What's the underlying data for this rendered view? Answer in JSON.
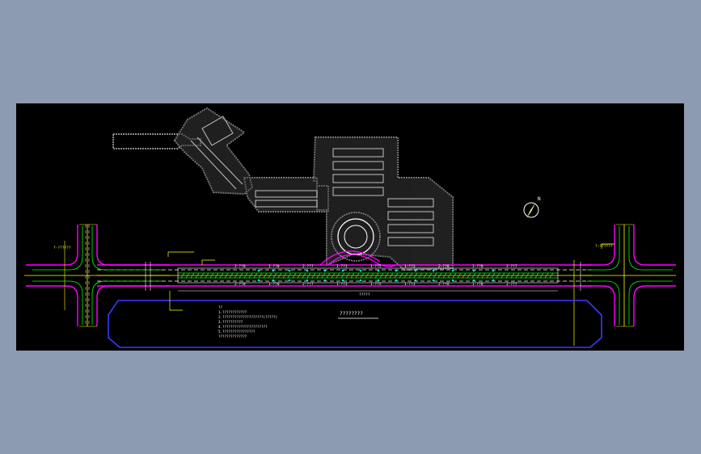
{
  "drawing": {
    "background_color": "#000000",
    "outer_background_color": "#8d9bb0",
    "colors": {
      "road_edge": "#ff00ff",
      "lane": "#ffffff",
      "centerline": "#ffff00",
      "green_line": "#00ff00",
      "cyan": "#00e5ff",
      "blue_outline": "#3a3aff",
      "building": "#8a8a8a",
      "annotation": "#ffff00"
    },
    "compass": {
      "label": "N"
    },
    "title_text": "????????",
    "dimension_text": "?????",
    "notes": [
      "??",
      "1.????????????",
      "2.????????????????????(?????)",
      "3.??????????",
      "4.??????????????????????",
      "5.????????????????",
      "  ??????????????"
    ],
    "station_labels": [
      "2-??0",
      "1-??0",
      "2-??7",
      "1-??3",
      "1-??5",
      "1-??3",
      "2-??8",
      "1-??0",
      "2-??7"
    ],
    "left_label": "?-??????",
    "right_label": "?-??????"
  }
}
